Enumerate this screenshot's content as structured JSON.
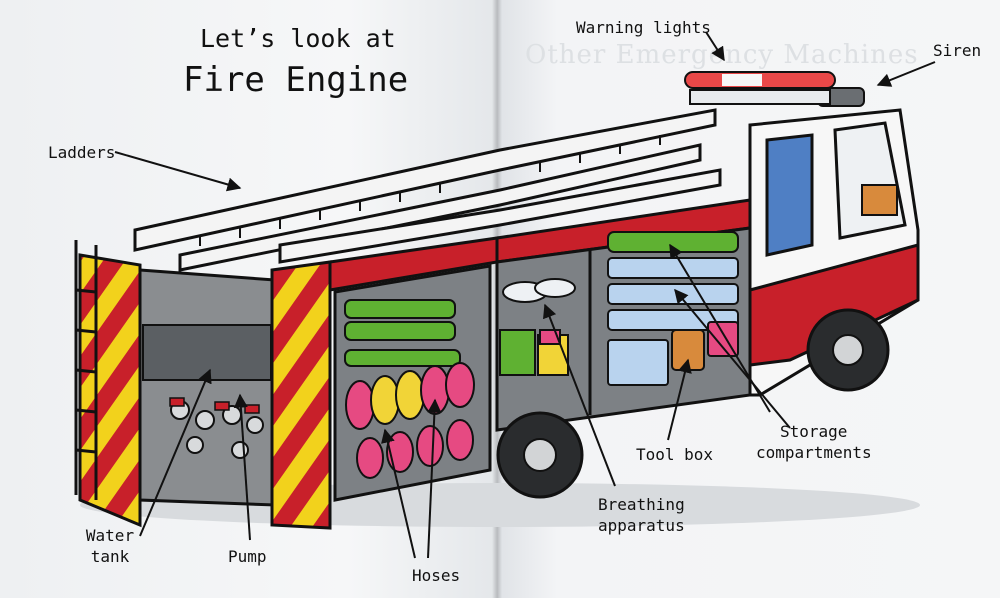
{
  "title": {
    "line1": "Let’s look at",
    "line2": "Fire Engine"
  },
  "ghost_heading": "Other Emergency Machines",
  "labels": {
    "warning_lights": "Warning lights",
    "siren": "Siren",
    "ladders": "Ladders",
    "water_tank_1": "Water",
    "water_tank_2": "tank",
    "pump": "Pump",
    "hoses": "Hoses",
    "breathing_1": "Breathing",
    "breathing_2": "apparatus",
    "tool_box": "Tool box",
    "storage_1": "Storage",
    "storage_2": "compartments"
  },
  "colors": {
    "body_red": "#c8202a",
    "stripe_yellow": "#f2d21c",
    "ladder_white": "#f4f4f4",
    "hose_pink": "#e64a82",
    "hose_yellow": "#f1d437",
    "kit_green": "#5fb132",
    "window_blue": "#4f7fc4",
    "cab_white": "#f7f7f7",
    "ink": "#111111"
  }
}
